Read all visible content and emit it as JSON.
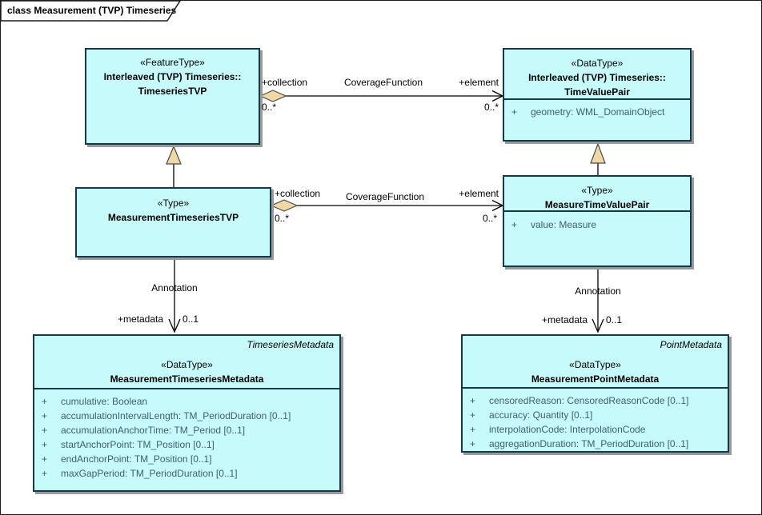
{
  "colors": {
    "class_fill": "#c7fafb",
    "class_border": "#14394e",
    "attr_text": "#3e5f6b",
    "arrow_fill": "#eed9a6",
    "arrow_stroke": "#4a4a4a",
    "shadow": "#999999",
    "line": "#000000"
  },
  "frame": {
    "title": "class Measurement (TVP) Timeseries"
  },
  "classes": {
    "timeseries_tvp": {
      "stereotype": "«FeatureType»",
      "name1": "Interleaved (TVP) Timeseries::",
      "name2": "TimeseriesTVP"
    },
    "time_value_pair": {
      "stereotype": "«DataType»",
      "name1": "Interleaved (TVP) Timeseries::",
      "name2": "TimeValuePair",
      "attributes": [
        {
          "vis": "+",
          "text": "geometry: WML_DomainObject"
        }
      ]
    },
    "measurement_timeseries_tvp": {
      "stereotype": "«Type»",
      "name": "MeasurementTimeseriesTVP"
    },
    "measure_time_value_pair": {
      "stereotype": "«Type»",
      "name": "MeasureTimeValuePair",
      "attributes": [
        {
          "vis": "+",
          "text": "value: Measure"
        }
      ]
    },
    "measurement_timeseries_metadata": {
      "corner_label": "TimeseriesMetadata",
      "stereotype": "«DataType»",
      "name": "MeasurementTimeseriesMetadata",
      "attributes": [
        {
          "vis": "+",
          "text": "cumulative: Boolean"
        },
        {
          "vis": "+",
          "text": "accumulationIntervalLength: TM_PeriodDuration [0..1]"
        },
        {
          "vis": "+",
          "text": "accumulationAnchorTime: TM_Period [0..1]"
        },
        {
          "vis": "+",
          "text": "startAnchorPoint: TM_Position [0..1]"
        },
        {
          "vis": "+",
          "text": "endAnchorPoint: TM_Position [0..1]"
        },
        {
          "vis": "+",
          "text": "maxGapPeriod: TM_PeriodDuration [0..1]"
        }
      ]
    },
    "measurement_point_metadata": {
      "corner_label": "PointMetadata",
      "stereotype": "«DataType»",
      "name": "MeasurementPointMetadata",
      "attributes": [
        {
          "vis": "+",
          "text": "censoredReason: CensoredReasonCode [0..1]"
        },
        {
          "vis": "+",
          "text": "accuracy: Quantity [0..1]"
        },
        {
          "vis": "+",
          "text": "interpolationCode: InterpolationCode"
        },
        {
          "vis": "+",
          "text": "aggregationDuration: TM_PeriodDuration [0..1]"
        }
      ]
    }
  },
  "connectors": {
    "top_association": {
      "name": "CoverageFunction",
      "source_role": "+collection",
      "source_mult": "0..*",
      "target_role": "+element",
      "target_mult": "0..*"
    },
    "mid_association": {
      "name": "CoverageFunction",
      "source_role": "+collection",
      "source_mult": "0..*",
      "target_role": "+element",
      "target_mult": "0..*"
    },
    "left_annotation": {
      "name": "Annotation",
      "target_role": "+metadata",
      "target_mult": "0..1"
    },
    "right_annotation": {
      "name": "Annotation",
      "target_role": "+metadata",
      "target_mult": "0..1"
    }
  }
}
